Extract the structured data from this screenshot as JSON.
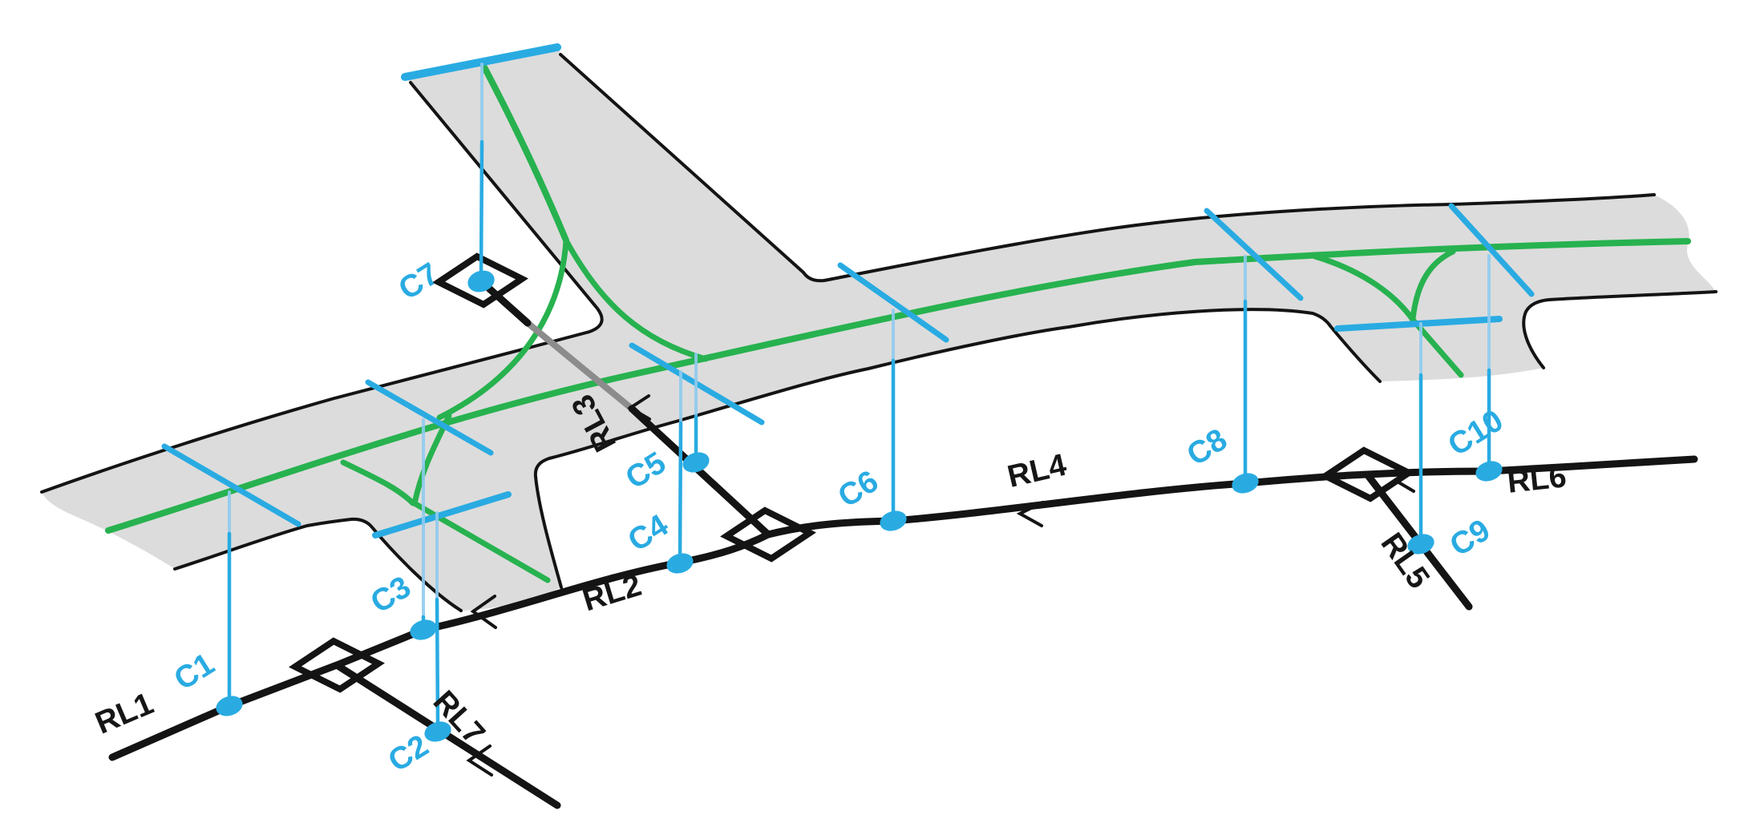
{
  "diagram_type": "road-corridor-isometric-schematic",
  "colors": {
    "accent_blue": "#29ABE2",
    "light_blue": "#8FCBEE",
    "centerline_green": "#27B24F",
    "road_surface_gray": "#DCDCDC",
    "hidden_line_gray": "#8C8C8C",
    "line_black": "#141414"
  },
  "connection_points": [
    {
      "label": "C1"
    },
    {
      "label": "C2"
    },
    {
      "label": "C3"
    },
    {
      "label": "C4"
    },
    {
      "label": "C5"
    },
    {
      "label": "C6"
    },
    {
      "label": "C7"
    },
    {
      "label": "C8"
    },
    {
      "label": "C9"
    },
    {
      "label": "C10"
    }
  ],
  "reference_lines": [
    {
      "label": "RL1"
    },
    {
      "label": "RL2"
    },
    {
      "label": "RL3"
    },
    {
      "label": "RL4"
    },
    {
      "label": "RL5"
    },
    {
      "label": "RL6"
    },
    {
      "label": "RL7"
    }
  ]
}
